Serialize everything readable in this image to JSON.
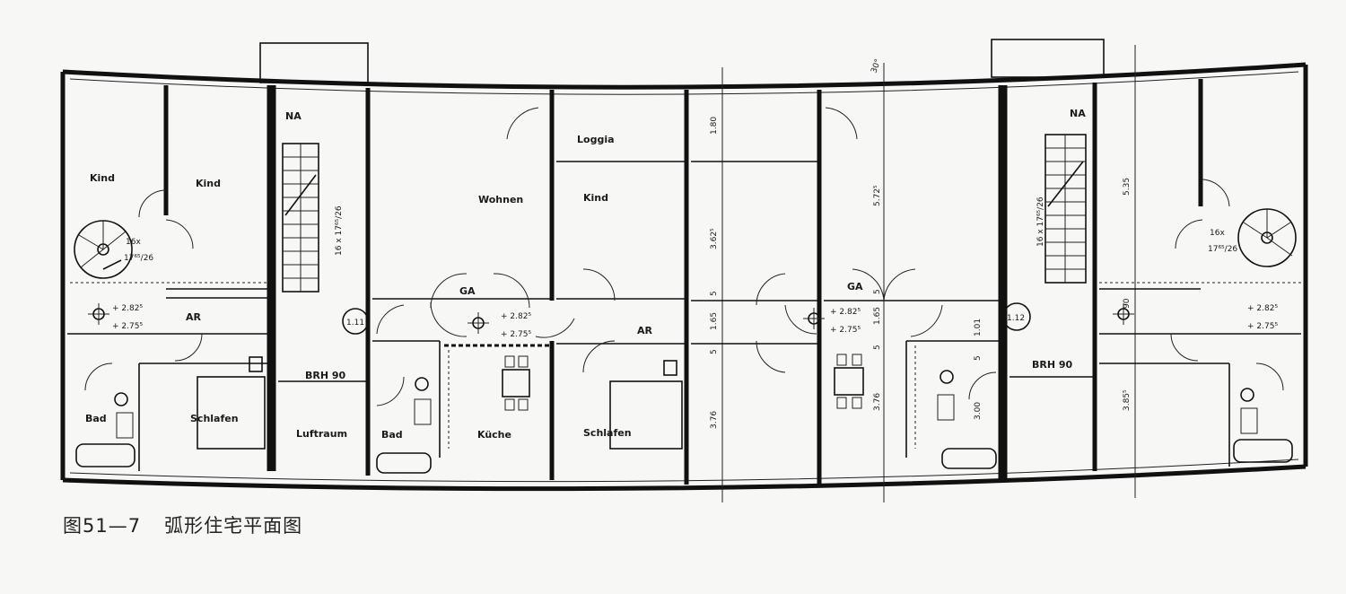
{
  "caption": {
    "figure_number": "图51—7",
    "title": "弧形住宅平面图"
  },
  "rooms": {
    "kind1": "Kind",
    "kind2": "Kind",
    "kind3": "Kind",
    "wohnen": "Wohnen",
    "loggia": "Loggia",
    "ar1": "AR",
    "ar2": "AR",
    "bad1": "Bad",
    "bad2": "Bad",
    "schlafen1": "Schlafen",
    "schlafen2": "Schlafen",
    "luftraum": "Luftraum",
    "kuche": "Küche",
    "na1": "NA",
    "na2": "NA",
    "ga1": "GA",
    "ga2": "GA"
  },
  "stairs": {
    "stair_main1": "16 x 17⁶⁵/26",
    "stair_main2": "16 x 17⁶⁵/26",
    "spiral1_top": "16x",
    "spiral1_bot": "17⁶⁵/26",
    "spiral2_top": "16x",
    "spiral2_bot": "17⁶⁵/26"
  },
  "levels": {
    "l1_top": "+ 2.82⁵",
    "l1_bot": "+ 2.75⁵",
    "l2_top": "+ 2.82⁵",
    "l2_bot": "+ 2.75⁵",
    "l3_top": "+ 2.82⁵",
    "l3_bot": "+ 2.75⁵",
    "l4_top": "+ 2.82⁵",
    "l4_bot": "+ 2.75⁵"
  },
  "markers": {
    "m1": "1.11",
    "m2": "1.12"
  },
  "brh": {
    "b1": "BRH 90",
    "b2": "BRH 90"
  },
  "dims": {
    "d1": "1.80",
    "d2": "3.62⁵",
    "d3": "5",
    "d4": "1.65",
    "d5": "5",
    "d6": "3.76",
    "d7": "5.72⁵",
    "d8": "5",
    "d9": "1.65",
    "d10": "5",
    "d11": "3.76",
    "d12": "1.01",
    "d13": "5",
    "d14": "3.00",
    "d15": "5.35",
    "d16": "90",
    "d17": "3.85⁵",
    "angle": "30°"
  }
}
